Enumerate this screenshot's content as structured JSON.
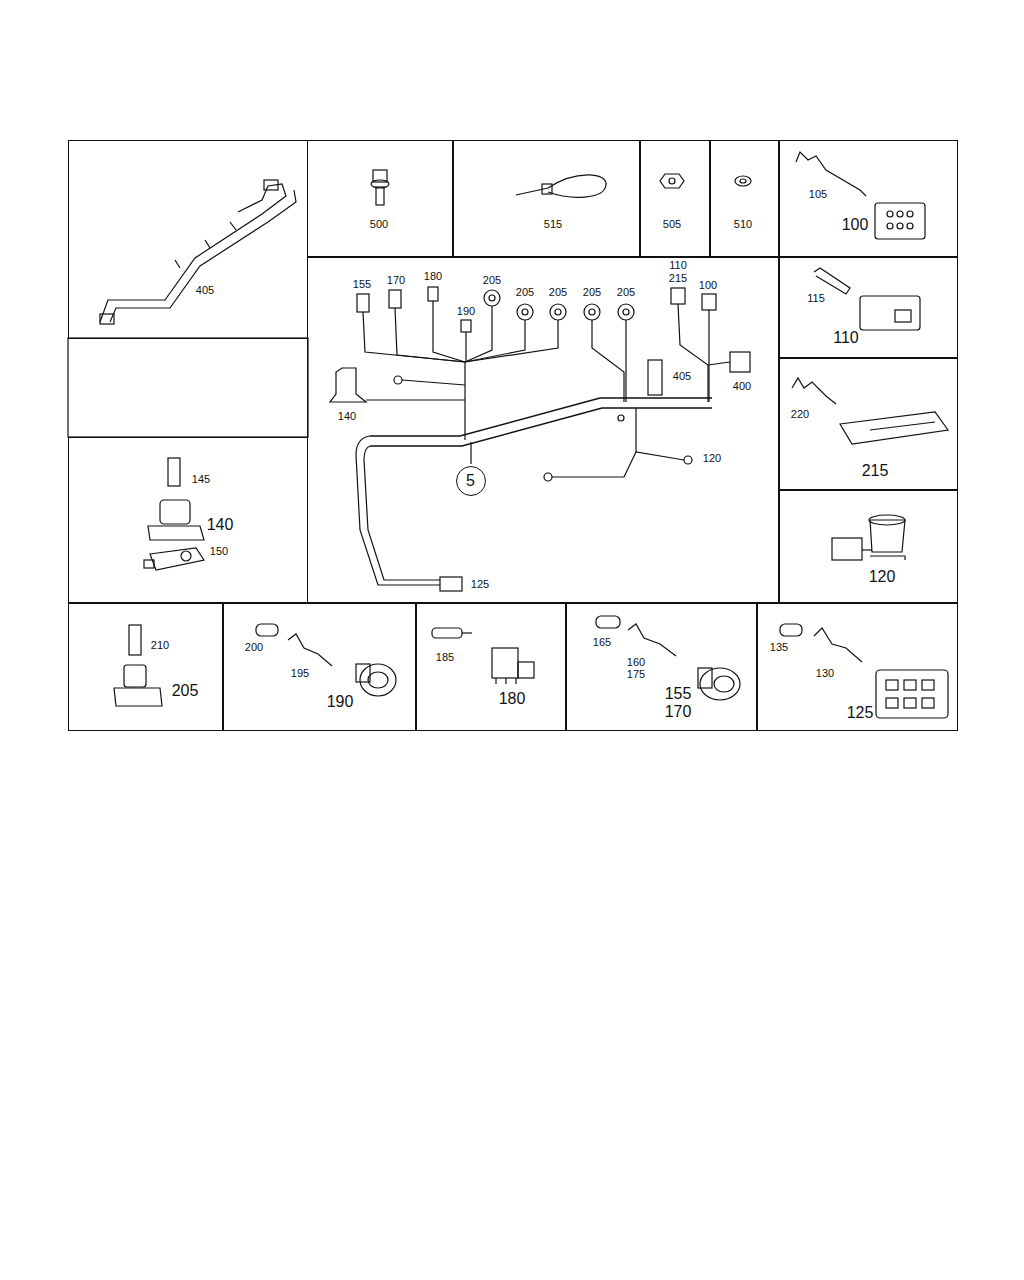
{
  "diagram": {
    "nodes": [
      {
        "text": [
          "405"
        ]
      },
      {
        "text": [
          "500"
        ]
      },
      {
        "text": [
          "515"
        ]
      },
      {
        "text": [
          "505"
        ]
      },
      {
        "text": [
          "510"
        ]
      },
      {
        "text": [
          "105",
          "100"
        ]
      },
      {
        "text": [
          "155",
          "170",
          "180",
          "205",
          "205",
          "205",
          "205",
          "205",
          "110",
          "215",
          "100",
          "190",
          "405",
          "400",
          "140",
          "120",
          "125"
        ]
      },
      {
        "text": [
          "5"
        ],
        "in": 6
      },
      {
        "text": [
          "115",
          "110"
        ]
      },
      {
        "text": [
          "220",
          "215"
        ]
      },
      {
        "text": [
          "145",
          "140",
          "150"
        ]
      },
      {
        "text": [
          "120"
        ]
      },
      {
        "text": [
          "210",
          "205"
        ]
      },
      {
        "text": [
          "200",
          "195",
          "190"
        ]
      },
      {
        "text": [
          "185",
          "180"
        ]
      },
      {
        "text": [
          "165",
          "160 175",
          "155 170"
        ]
      },
      {
        "text": [
          "135",
          "130",
          "125"
        ]
      }
    ]
  }
}
